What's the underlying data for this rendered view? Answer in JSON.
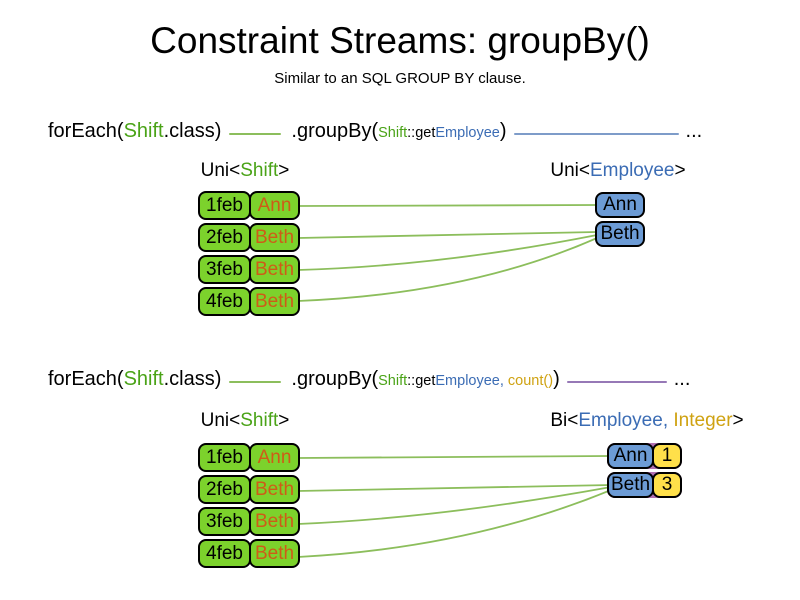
{
  "slide": {
    "title": "Constraint Streams: groupBy()",
    "subtitle": "Similar to an SQL GROUP BY clause."
  },
  "code_lines": [
    {
      "foreach_open": "forEach(",
      "foreach_class": "Shift",
      "foreach_close": ".class)",
      "groupby_open": ".groupBy(",
      "key_class": "Shift",
      "key_accessor": "::get",
      "key_type": "Employee",
      "groupby_close": ")",
      "ellipsis": "..."
    },
    {
      "foreach_open": "forEach(",
      "foreach_class": "Shift",
      "foreach_close": ".class)",
      "groupby_open": ".groupBy(",
      "key_class": "Shift",
      "key_accessor": "::get",
      "key_type": "Employee",
      "collector_separator": ", ",
      "collector": "count()",
      "groupby_close": ")",
      "ellipsis": "..."
    }
  ],
  "diagram1": {
    "left_header": {
      "prefix": "Uni<",
      "type": "Shift",
      "suffix": ">"
    },
    "right_header": {
      "prefix": "Uni<",
      "type": "Employee",
      "suffix": ">"
    },
    "shifts": [
      {
        "date": "1feb",
        "employee": "Ann"
      },
      {
        "date": "2feb",
        "employee": "Beth"
      },
      {
        "date": "3feb",
        "employee": "Beth"
      },
      {
        "date": "4feb",
        "employee": "Beth"
      }
    ],
    "groups": [
      {
        "employee": "Ann"
      },
      {
        "employee": "Beth"
      }
    ]
  },
  "diagram2": {
    "left_header": {
      "prefix": "Uni<",
      "type": "Shift",
      "suffix": ">"
    },
    "right_header": {
      "prefix": "Bi<",
      "type1": "Employee",
      "separator": ", ",
      "type2": "Integer",
      "suffix": ">"
    },
    "shifts": [
      {
        "date": "1feb",
        "employee": "Ann"
      },
      {
        "date": "2feb",
        "employee": "Beth"
      },
      {
        "date": "3feb",
        "employee": "Beth"
      },
      {
        "date": "4feb",
        "employee": "Beth"
      }
    ],
    "groups": [
      {
        "employee": "Ann",
        "count": "1"
      },
      {
        "employee": "Beth",
        "count": "3"
      }
    ]
  },
  "colors": {
    "text-black": "#000000",
    "type-green": "#4AA317",
    "type-blue": "#3B6CB4",
    "type-gold": "#CFA211",
    "employee-orange": "#CE5C17",
    "box-green": "#7CD22C",
    "box-blue": "#6C9BD5",
    "box-yellow": "#FFE04A",
    "line-green": "#8CBE5C",
    "line-blue": "#7E9CC9",
    "line-purple": "#9678B6",
    "pair-seam-purple": "#B06FB0"
  }
}
